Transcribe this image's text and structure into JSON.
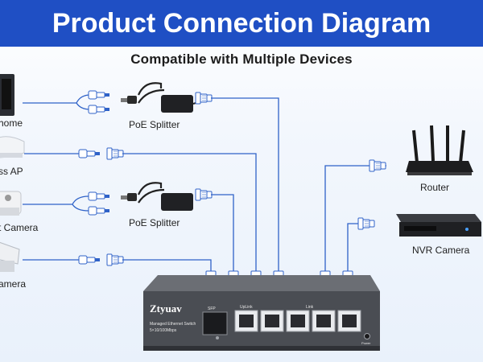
{
  "header": {
    "title": "Product Connection Diagram",
    "subtitle": "Compatible with Multiple Devices"
  },
  "devices_left": [
    {
      "label": "home"
    },
    {
      "label": "ss AP"
    },
    {
      "label": "t Camera"
    },
    {
      "label": "amera"
    }
  ],
  "splitters": [
    {
      "label": "PoE Splitter"
    },
    {
      "label": "PoE Splitter"
    }
  ],
  "devices_right": [
    {
      "label": "Router"
    },
    {
      "label": "NVR Camera"
    }
  ],
  "switch": {
    "brand": "Ztyuav",
    "model_line1": "Managed Ethernet Switch",
    "model_line2": "5×10/100Mbps",
    "sfp_label": "SFP",
    "uplink_label": "UpLink",
    "link_label": "Link",
    "power_label": "Power"
  },
  "colors": {
    "banner": "#1f4fc4",
    "cable": "#2f62c8",
    "switch_body": "#4c4f56",
    "title_text": "#ffffff"
  }
}
